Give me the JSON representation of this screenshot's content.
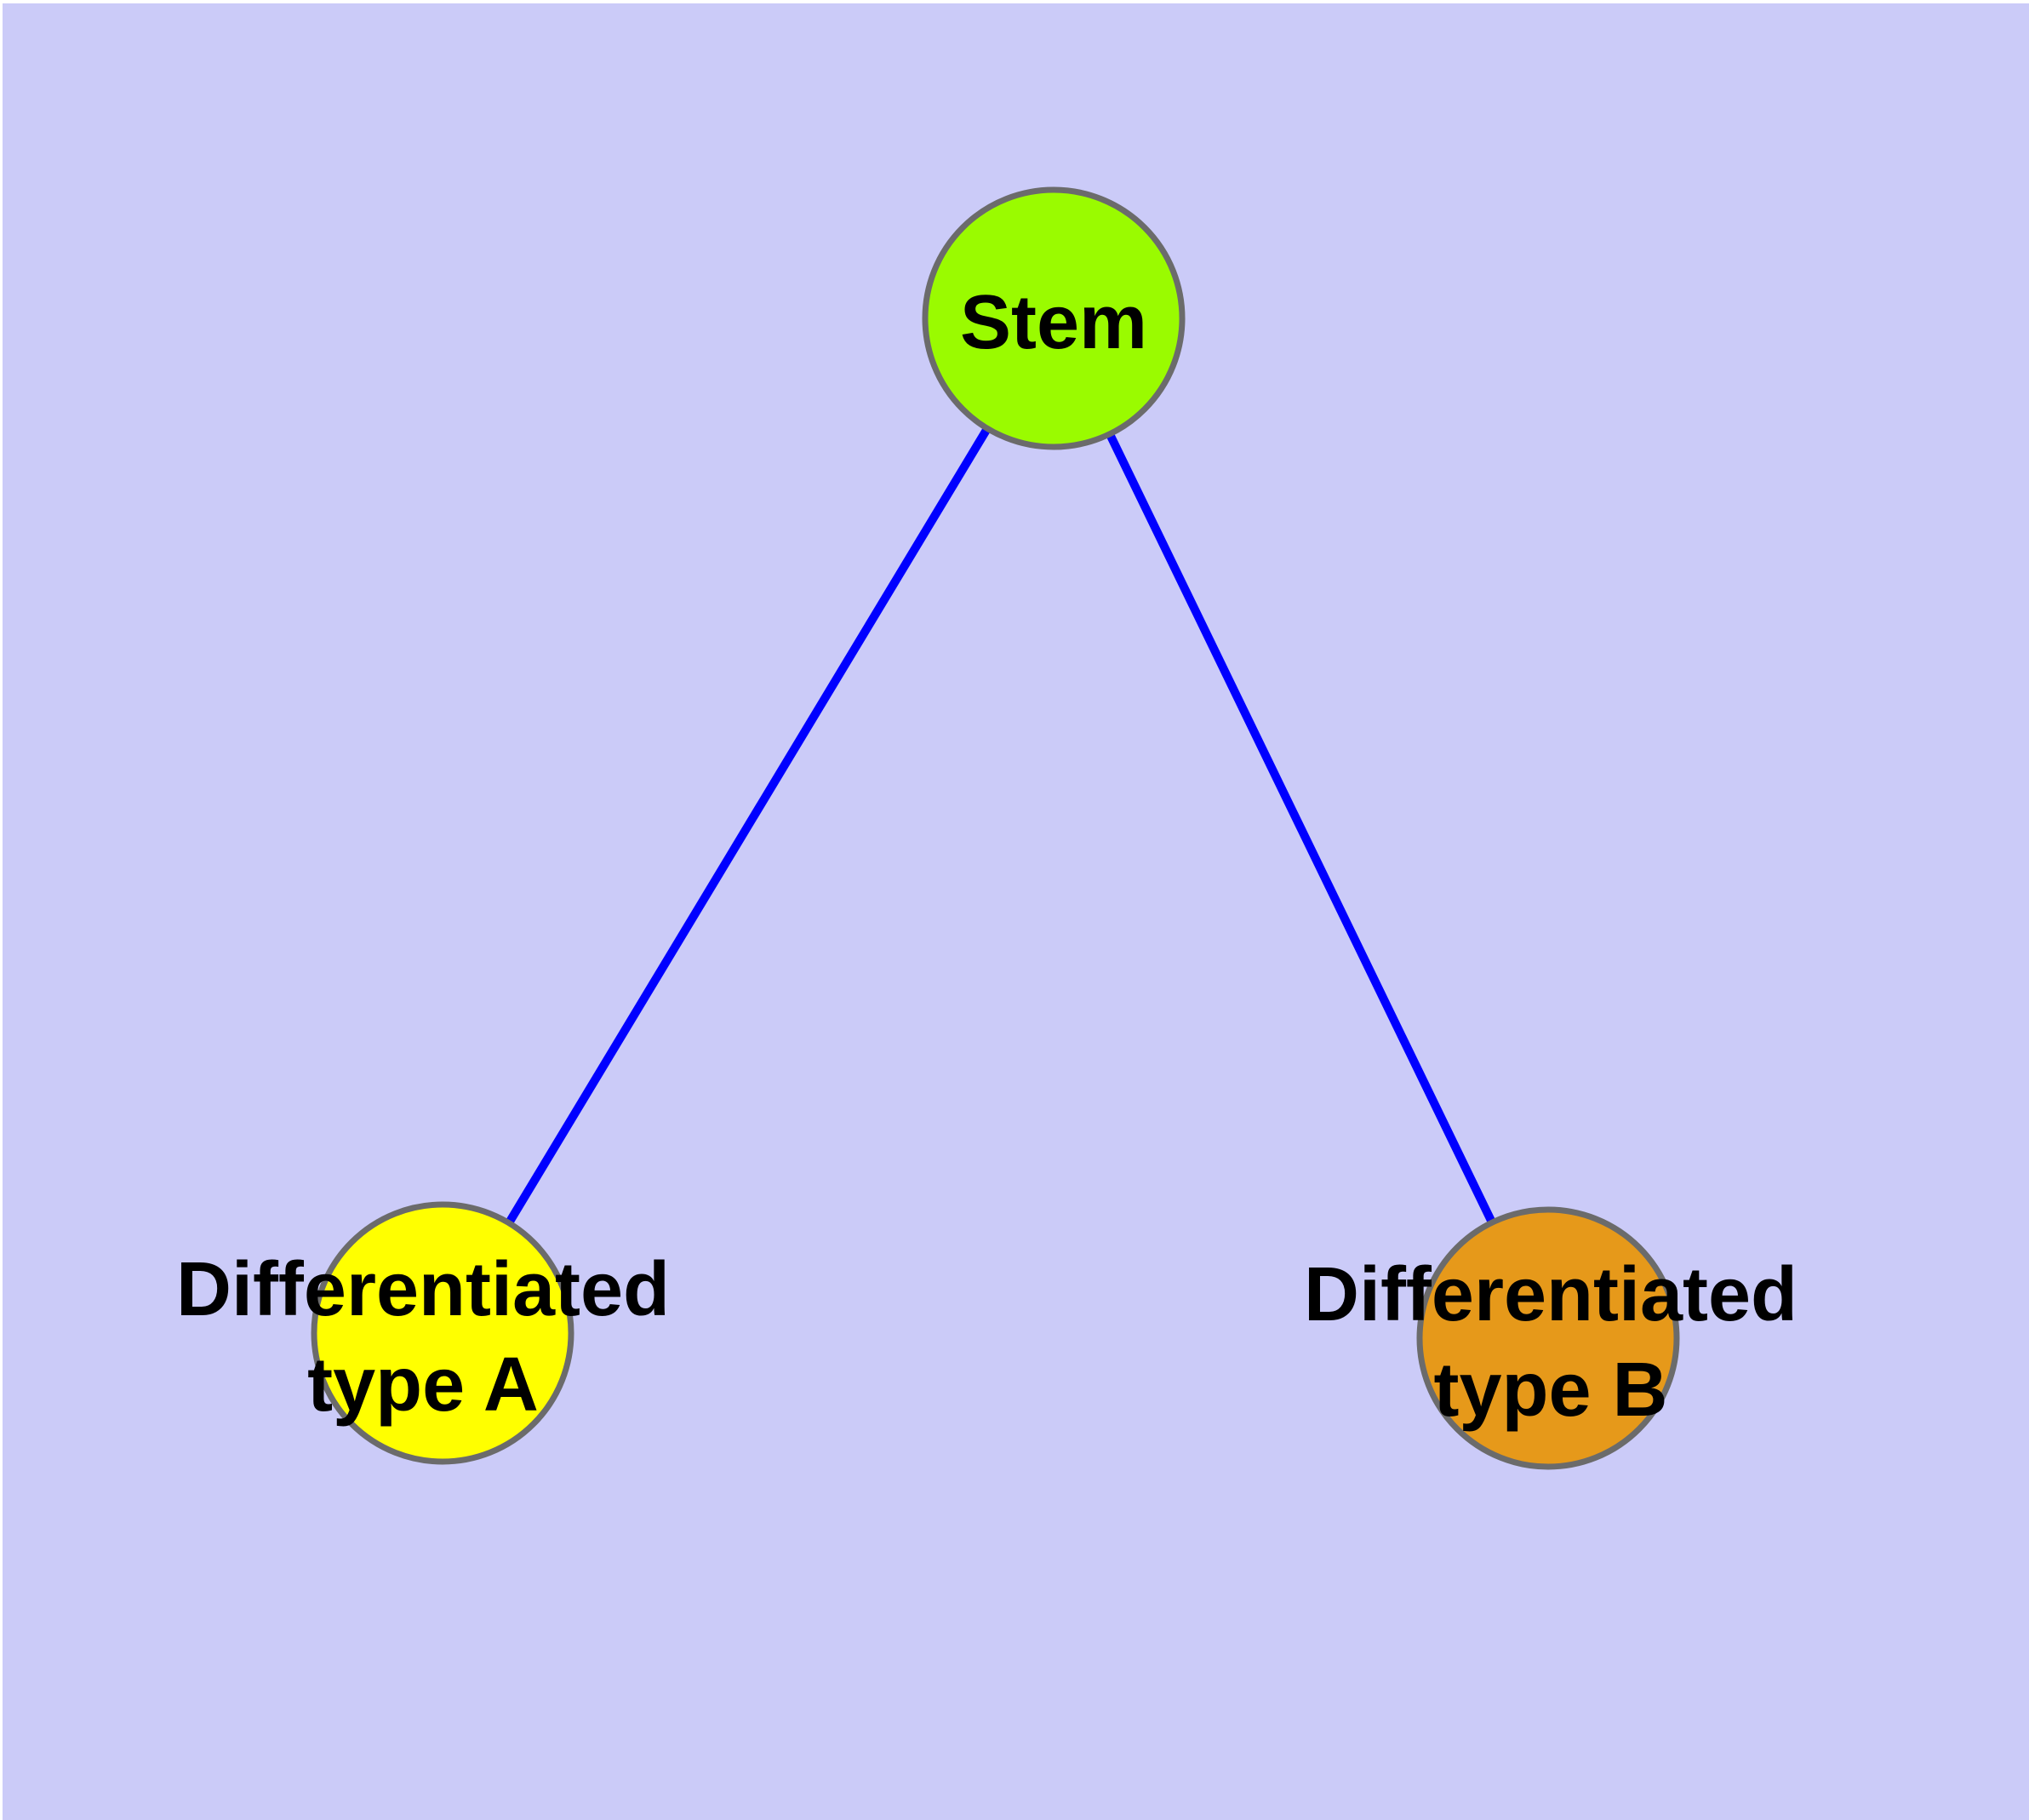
{
  "diagram": {
    "type": "node-link-graph",
    "background_color": "#cbcbf8",
    "margin_color": "#ffffff",
    "text_color": "#000000",
    "node_border_color": "#6b6b6b",
    "edge_color": "#0000ff",
    "nodes": [
      {
        "id": "stem",
        "label": "Stem",
        "fill": "#9afb00"
      },
      {
        "id": "type_a",
        "label": "Differentiated type A",
        "label_lines": [
          "Differentiated",
          "type A"
        ],
        "fill": "#ffff00"
      },
      {
        "id": "type_b",
        "label": "Differentiated type B",
        "label_lines": [
          "Differentiated",
          "type B"
        ],
        "fill": "#e6991a"
      }
    ],
    "edges": [
      {
        "from": "Stem",
        "to": "Differentiated type A"
      },
      {
        "from": "Stem",
        "to": "Differentiated type B"
      }
    ]
  }
}
